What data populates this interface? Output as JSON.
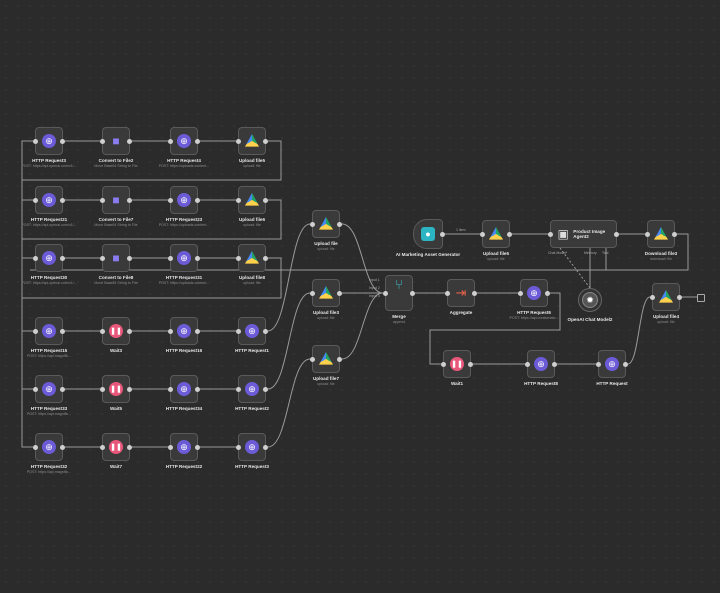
{
  "nodes": [
    {
      "id": "n1",
      "label": "HTTP Request3",
      "sub": "POST: https://api.openai.com/v1/...",
      "icon": "globe"
    },
    {
      "id": "n2",
      "label": "Convert to File2",
      "sub": "Move Base64 String to File",
      "icon": "file"
    },
    {
      "id": "n3",
      "label": "HTTP Request4",
      "sub": "POST: https://uploads.content...",
      "icon": "globe"
    },
    {
      "id": "n4",
      "label": "Upload file5",
      "sub": "upload: file",
      "icon": "drive"
    },
    {
      "id": "n5",
      "label": "HTTP Request21",
      "sub": "POST: https://api.openai.com/v1/...",
      "icon": "globe"
    },
    {
      "id": "n6",
      "label": "Convert to File7",
      "sub": "Move Base64 String to File",
      "icon": "file"
    },
    {
      "id": "n7",
      "label": "HTTP Request23",
      "sub": "POST: https://uploads.content...",
      "icon": "globe"
    },
    {
      "id": "n8",
      "label": "Upload file6",
      "sub": "upload: file",
      "icon": "drive"
    },
    {
      "id": "n9",
      "label": "HTTP Request30",
      "sub": "POST: https://api.openai.com/v1/...",
      "icon": "globe"
    },
    {
      "id": "n10",
      "label": "Convert to File8",
      "sub": "Move Base64 String to File",
      "icon": "file"
    },
    {
      "id": "n11",
      "label": "HTTP Request31",
      "sub": "POST: https://uploads.content...",
      "icon": "globe"
    },
    {
      "id": "n12",
      "label": "Upload file8",
      "sub": "upload: file",
      "icon": "drive"
    },
    {
      "id": "n13",
      "label": "HTTP Request15",
      "sub": "POST: https://api.magnific...",
      "icon": "globe"
    },
    {
      "id": "n14",
      "label": "Wait3",
      "sub": "",
      "icon": "wait"
    },
    {
      "id": "n15",
      "label": "HTTP Request16",
      "sub": "",
      "icon": "globe"
    },
    {
      "id": "n16",
      "label": "HTTP Request1",
      "sub": "",
      "icon": "globe"
    },
    {
      "id": "n17",
      "label": "HTTP Request33",
      "sub": "POST: https://api.magnific...",
      "icon": "globe"
    },
    {
      "id": "n18",
      "label": "Wait5",
      "sub": "",
      "icon": "wait"
    },
    {
      "id": "n19",
      "label": "HTTP Request34",
      "sub": "",
      "icon": "globe"
    },
    {
      "id": "n20",
      "label": "HTTP Request2",
      "sub": "",
      "icon": "globe"
    },
    {
      "id": "n21",
      "label": "HTTP Request32",
      "sub": "POST: https://api.magnific...",
      "icon": "globe"
    },
    {
      "id": "n22",
      "label": "Wait7",
      "sub": "",
      "icon": "wait"
    },
    {
      "id": "n23",
      "label": "HTTP Request22",
      "sub": "",
      "icon": "globe"
    },
    {
      "id": "n24",
      "label": "HTTP Request3",
      "sub": "",
      "icon": "globe"
    },
    {
      "id": "n25",
      "label": "Upload file",
      "sub": "upload: file",
      "icon": "drive"
    },
    {
      "id": "n26",
      "label": "Upload file3",
      "sub": "upload: file",
      "icon": "drive"
    },
    {
      "id": "n27",
      "label": "Upload file7",
      "sub": "upload: file",
      "icon": "drive"
    },
    {
      "id": "n28",
      "label": "Merge",
      "sub": "append",
      "icon": "merge"
    },
    {
      "id": "n29",
      "label": "Aggregate",
      "sub": "",
      "icon": "agg"
    },
    {
      "id": "n30",
      "label": "HTTP Request6",
      "sub": "POST: https://api.creatomate...",
      "icon": "globe"
    },
    {
      "id": "n31",
      "label": "AI Marketing Asset Generator",
      "sub": "",
      "icon": "ai"
    },
    {
      "id": "n32",
      "label": "Upload file5",
      "sub": "upload: file",
      "icon": "drive"
    },
    {
      "id": "n33",
      "label": "Download file3",
      "sub": "download: file",
      "icon": "drive"
    },
    {
      "id": "n34",
      "label": "OpenAI Chat Model2",
      "sub": "",
      "icon": "openai"
    },
    {
      "id": "n35",
      "label": "Upload file4",
      "sub": "upload: file",
      "icon": "drive"
    },
    {
      "id": "n36",
      "label": "Wait1",
      "sub": "",
      "icon": "wait"
    },
    {
      "id": "n37",
      "label": "HTTP Request8",
      "sub": "",
      "icon": "globe"
    },
    {
      "id": "n38",
      "label": "HTTP Request",
      "sub": "",
      "icon": "globe"
    }
  ],
  "agent": {
    "label": "Product Image Agent2",
    "ports": [
      "Chat Model*",
      "Memory",
      "Tool"
    ]
  },
  "merge_inputs": [
    "Input 1",
    "Input 2",
    "Input 3"
  ],
  "edge_label": "1 item"
}
